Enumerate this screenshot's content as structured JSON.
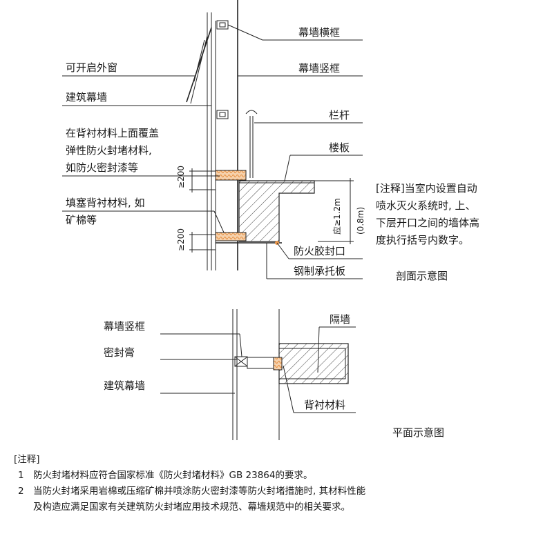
{
  "section": {
    "labels": {
      "curtain_wall_transom": "幕墙横框",
      "curtain_wall_mullion": "幕墙竖框",
      "openable_window": "可开启外窗",
      "building_curtain_wall": "建筑幕墙",
      "coating_line1": "在背衬材料上面覆盖",
      "coating_line2": "弹性防火封堵材料,",
      "coating_line3": "如防火密封漆等",
      "railing": "栏杆",
      "floor_slab": "楼板",
      "backing_line1": "填塞背衬材料, 如",
      "backing_line2": "矿棉等",
      "fire_sealant": "防火胶封口",
      "steel_plate": "钢制承托板"
    },
    "dims": {
      "upper": "≥200",
      "lower": "≥200",
      "height": "应≥1.2m",
      "height_alt": "(0.8m)"
    },
    "note_lines": [
      "[注释]当室内设置自动",
      "喷水灭火系统时, 上、",
      "下层开口之间的墙体高",
      "度执行括号内数字。"
    ],
    "title": "剖面示意图"
  },
  "plan": {
    "labels": {
      "mullion": "幕墙竖框",
      "sealant": "密封膏",
      "building_curtain_wall": "建筑幕墙",
      "partition_wall": "隔墙",
      "backing_material": "背衬材料"
    },
    "title": "平面示意图"
  },
  "notes": {
    "header": "[注释]",
    "items": [
      {
        "num": "1",
        "text": "防火封堵材料应符合国家标准《防火封堵材料》GB 23864的要求。"
      },
      {
        "num": "2",
        "text": "当防火封堵采用岩棉或压缩矿棉并喷涂防火密封漆等防火封堵措施时, 其材料性能",
        "cont": "及构造应满足国家有关建筑防火封堵应用技术规范、幕墙规范中的相关要求。"
      }
    ]
  },
  "colors": {
    "line": "#222222",
    "insulation": "#e8954a",
    "hatch": "#444444"
  }
}
